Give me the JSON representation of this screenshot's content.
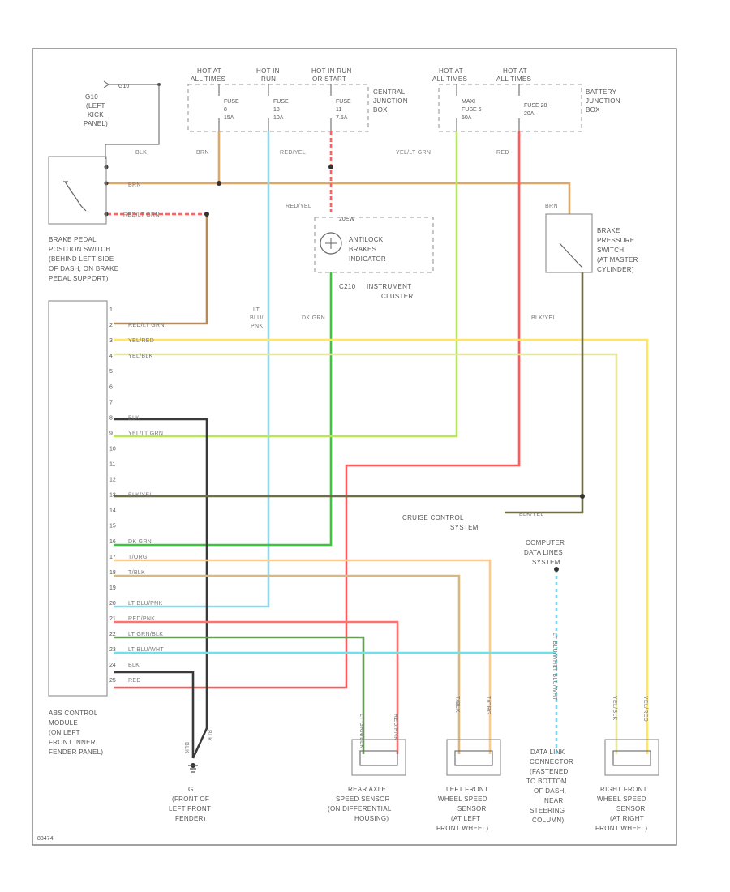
{
  "colors": {
    "brn": "#d9a86b",
    "lt_blu_pnk": "#8ed8ea",
    "red_yel": "#ff6060",
    "yel_lt_grn": "#b7e65a",
    "red": "#ff5a5a",
    "blk": "#3a3a3a",
    "blk_yel": "#6d6d4a",
    "red_lt_grn": "#b78a5a",
    "yel_red": "#ffe466",
    "yel_blk": "#e6e6a0",
    "dk_grn": "#3cc43c",
    "t_org": "#ffc98a",
    "t_blk": "#d8b880",
    "lt_blu_wht": "#6fe0e6",
    "lt_grn_blk": "#6a9a5a",
    "data_link": "#7fd6e6"
  },
  "top": {
    "hot_at_all_times_1": [
      "HOT AT",
      "ALL TIMES"
    ],
    "hot_in_run": [
      "HOT IN",
      "RUN"
    ],
    "hot_in_run_or_start": [
      "HOT IN RUN",
      "OR START"
    ],
    "hot_at_all_times_2": [
      "HOT AT",
      "ALL TIMES"
    ],
    "hot_at_all_times_3": [
      "HOT AT",
      "ALL TIMES"
    ],
    "fuse_a": [
      "FUSE",
      "8",
      "15A"
    ],
    "fuse_b": [
      "FUSE",
      "18",
      "10A"
    ],
    "fuse_c": [
      "FUSE",
      "11",
      "7.5A"
    ],
    "fuse_d": [
      "MAXI",
      "FUSE 6",
      "50A"
    ],
    "fuse_e": [
      "FUSE 28",
      "20A"
    ],
    "central_jb": [
      "CENTRAL",
      "JUNCTION",
      "BOX"
    ],
    "battery_jb": [
      "BATTERY",
      "JUNCTION",
      "BOX"
    ],
    "ground_g10": "G10",
    "ground_loc": [
      "(LEFT",
      "KICK",
      "PANEL)"
    ]
  },
  "wire_labels": {
    "blk": "BLK",
    "brn": "BRN",
    "red_yel": "RED/YEL",
    "yel_lt_grn": "YEL/LT GRN",
    "red": "RED",
    "brn_2": "BRN",
    "brn_3": "BRN",
    "red_lt_grn": "RED/LT GRN",
    "red_yel_2": "RED/YEL",
    "lt_blu_pnk": [
      "LT",
      "BLU/",
      "PNK"
    ],
    "dk_grn": "DK GRN",
    "blk_yel": "BLK/YEL",
    "blk_yel_2": "BLK/YEL",
    "lt_blu_wht": "LT BLU/WHT",
    "lt_blu_wht_2": "LT BLU/WHT",
    "lt_grn_blk": "LT GRN/BLK",
    "red_pnk": "RED/PNK",
    "t_blk": "T/BLK",
    "t_org": "T/ORG",
    "yel_blk": "YEL/BLK",
    "yel_red": "YEL/RED",
    "blk_gnd": "BLK"
  },
  "components": {
    "brake_switch": [
      "BRAKE PEDAL",
      "POSITION SWITCH",
      "(BEHIND LEFT SIDE",
      "OF DASH, ON BRAKE",
      "PEDAL SUPPORT)"
    ],
    "antilock_lamp": [
      "ANTILOCK",
      "BRAKES",
      "INDICATOR"
    ],
    "c210": [
      "C210",
      "INSTRUMENT",
      "CLUSTER"
    ],
    "bulb_label": "20EW",
    "pressure_switch": [
      "BRAKE",
      "PRESSURE",
      "SWITCH",
      "(AT MASTER",
      "CYLINDER)"
    ],
    "cruise": [
      "CRUISE CONTROL",
      "SYSTEM"
    ],
    "computer": [
      "COMPUTER",
      "DATA LINES",
      "SYSTEM"
    ],
    "abs_module": [
      "ABS CONTROL",
      "MODULE",
      "(ON LEFT",
      "FRONT INNER",
      "FENDER PANEL)"
    ],
    "ground_g": [
      "G",
      "(FRONT OF",
      "LEFT FRONT",
      "FENDER)"
    ],
    "rear_sensor": [
      "REAR AXLE",
      "SPEED SENSOR",
      "(ON DIFFERENTIAL",
      "HOUSING)"
    ],
    "lf_sensor": [
      "LEFT FRONT",
      "WHEEL SPEED",
      "SENSOR",
      "(AT LEFT",
      "FRONT WHEEL)"
    ],
    "dlc": [
      "DATA LINK",
      "CONNECTOR",
      "(FASTENED",
      "TO BOTTOM",
      "OF DASH,",
      "NEAR",
      "STEERING",
      "COLUMN)"
    ],
    "rf_sensor": [
      "RIGHT FRONT",
      "WHEEL SPEED",
      "SENSOR",
      "(AT RIGHT",
      "FRONT WHEEL)"
    ]
  },
  "abs_pins": {
    "numbers": [
      "1",
      "2",
      "3",
      "4",
      "5",
      "6",
      "7",
      "8",
      "9",
      "10",
      "11",
      "12",
      "13",
      "14",
      "15",
      "16",
      "17",
      "18",
      "19",
      "20",
      "21",
      "22",
      "23",
      "24",
      "25"
    ],
    "wires": {
      "2": "RED/LT GRN",
      "3": "YEL/RED",
      "4": "YEL/BLK",
      "8": "BLK",
      "9": "YEL/LT GRN",
      "13": "BLK/YEL",
      "16": "DK GRN",
      "17": "T/ORG",
      "18": "T/BLK",
      "20": "LT BLU/PNK",
      "21": "RED/PNK",
      "22": "LT GRN/BLK",
      "23": "LT BLU/WHT",
      "24": "BLK",
      "25": "RED"
    }
  },
  "footer_code": "88474"
}
